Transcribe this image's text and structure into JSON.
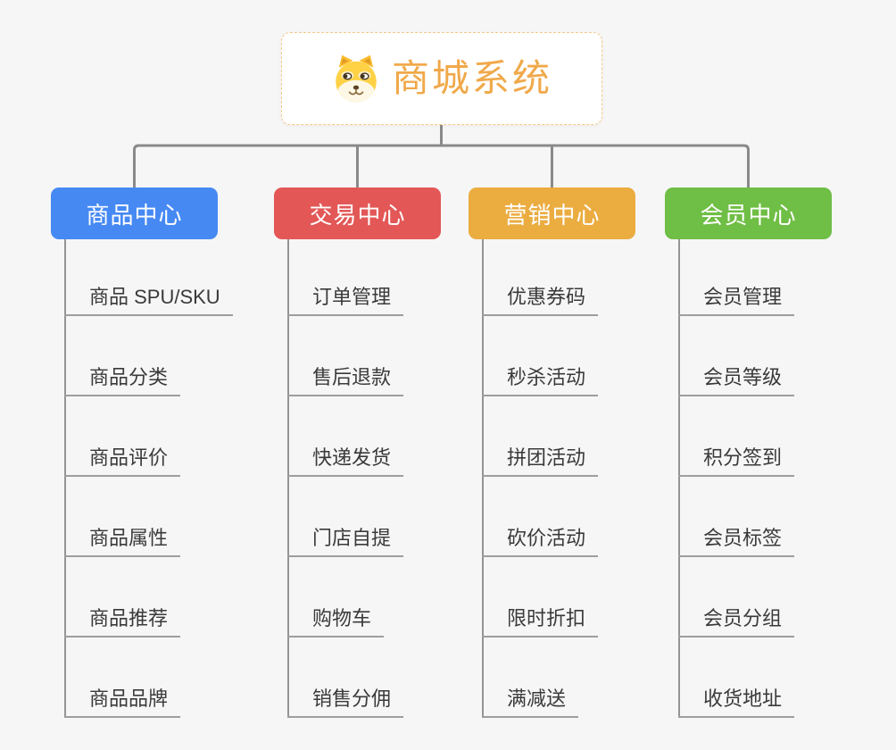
{
  "root": {
    "title": "商城系统",
    "icon": "dog-icon"
  },
  "branches": [
    {
      "label": "商品中心",
      "color": "#4689F3",
      "items": [
        "商品 SPU/SKU",
        "商品分类",
        "商品评价",
        "商品属性",
        "商品推荐",
        "商品品牌"
      ]
    },
    {
      "label": "交易中心",
      "color": "#E35757",
      "items": [
        "订单管理",
        "售后退款",
        "快递发货",
        "门店自提",
        "购物车",
        "销售分佣"
      ]
    },
    {
      "label": "营销中心",
      "color": "#EBAC40",
      "items": [
        "优惠券码",
        "秒杀活动",
        "拼团活动",
        "砍价活动",
        "限时折扣",
        "满减送"
      ]
    },
    {
      "label": "会员中心",
      "color": "#6FBE45",
      "items": [
        "会员管理",
        "会员等级",
        "积分签到",
        "会员标签",
        "会员分组",
        "收货地址"
      ]
    }
  ],
  "colors": {
    "background": "#F6F6F6",
    "root_title": "#F0A94A",
    "root_border": "#F4C98A",
    "connector_line": "#8A8A8A",
    "child_line": "#9E9E9E",
    "child_text": "#3A3A3A"
  }
}
